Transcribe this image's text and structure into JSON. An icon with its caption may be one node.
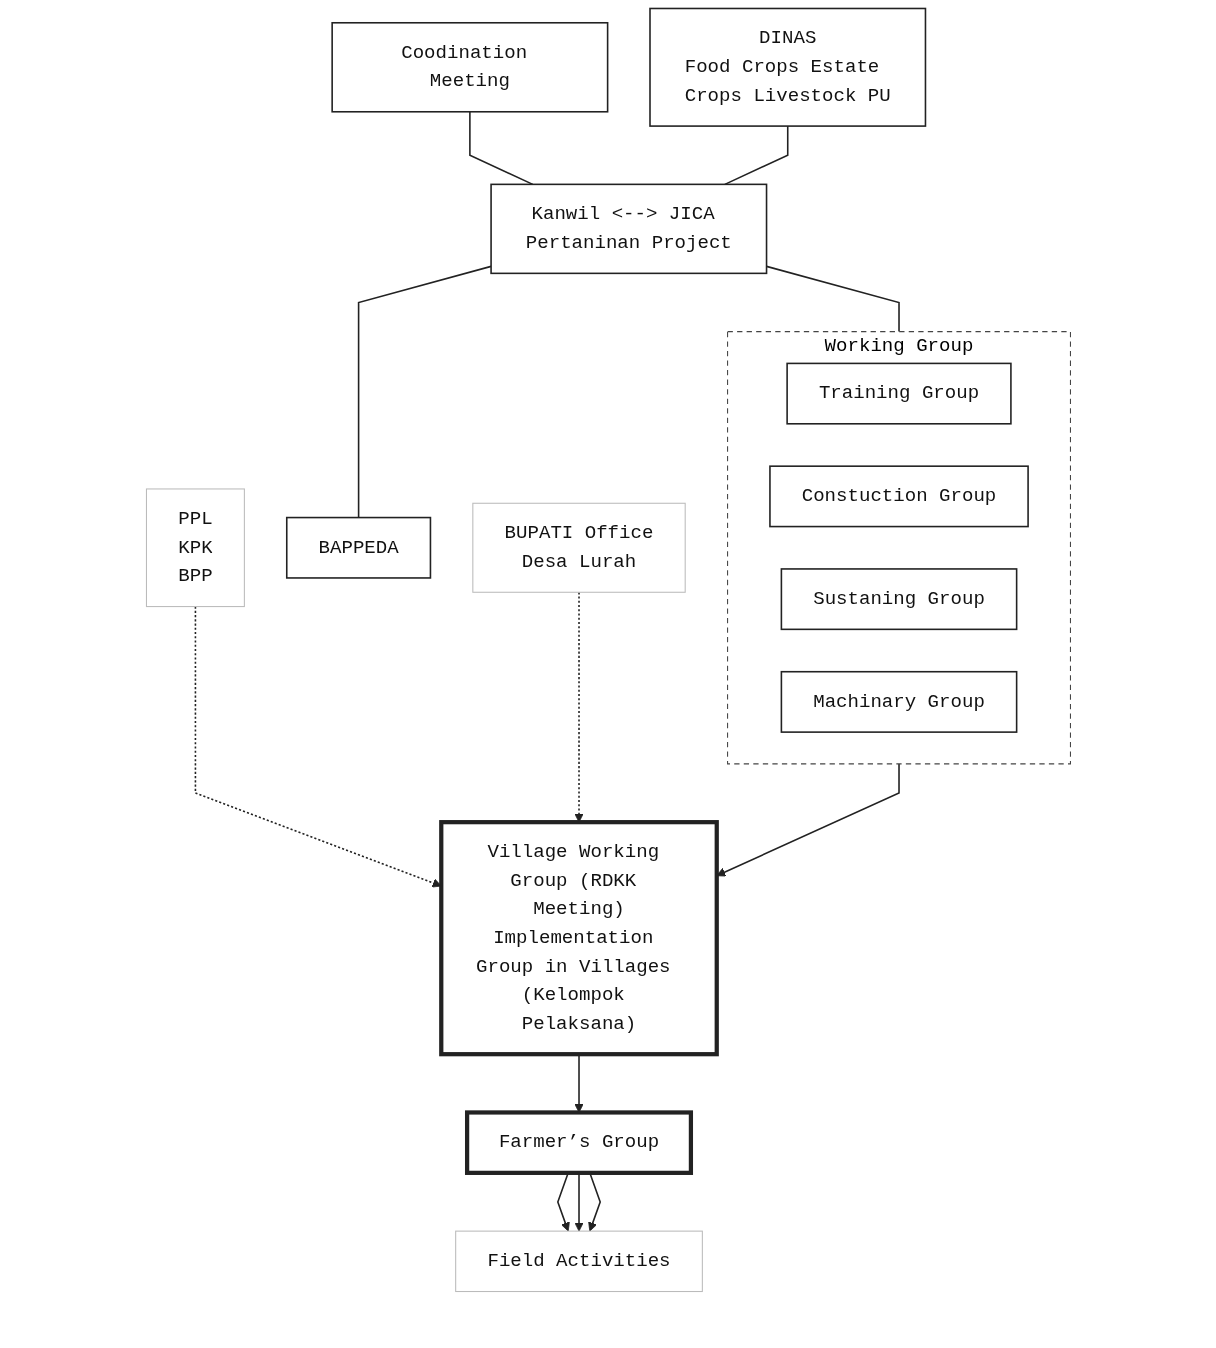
{
  "diagram": {
    "nodes": [
      {
        "text": [
          "Coodination Meeting"
        ]
      },
      {
        "text": [
          "DINAS",
          "Food Crops Estate Crops Livestock PU"
        ]
      },
      {
        "text": [
          "Kanwil <--> JICA Pertaninan Project"
        ]
      },
      {
        "text": [
          "BAPPEDA"
        ]
      },
      {
        "text": [
          "Working Group"
        ]
      },
      {
        "text": [
          "Training Group"
        ],
        "in": 4
      },
      {
        "text": [
          "Constuction Group"
        ],
        "in": 4
      },
      {
        "text": [
          "Sustaning Group"
        ],
        "in": 4
      },
      {
        "text": [
          "Machinary Group"
        ],
        "in": 4
      },
      {
        "text": [
          "PPL",
          "KPK",
          "BPP"
        ]
      },
      {
        "text": [
          "Village Working Group (RDKK Meeting)",
          "Implementation Group in Villages (Kelompok Pelaksana)"
        ]
      },
      {
        "text": [
          "BUPATI Office",
          "Desa Lurah"
        ]
      },
      {
        "text": [
          "Farmer’s Group"
        ]
      },
      {
        "text": [
          "Field Activities"
        ]
      }
    ],
    "edges": [
      {
        "from": 0,
        "to": 2,
        "arrow": "none"
      },
      {
        "from": 1,
        "to": 2,
        "arrow": "none"
      },
      {
        "from": 2,
        "to": 3,
        "arrow": "none"
      },
      {
        "from": 2,
        "to": 4,
        "arrow": "none"
      },
      {
        "from": 4,
        "to": 10,
        "arrow": "to"
      },
      {
        "from": 9,
        "to": 10,
        "arrow": "to",
        "style": "dashed"
      },
      {
        "from": 11,
        "to": 10,
        "arrow": "to",
        "style": "dashed"
      },
      {
        "from": 10,
        "to": 12,
        "arrow": "to"
      },
      {
        "from": 12,
        "to": 13,
        "arrow": "to"
      },
      {
        "from": 12,
        "to": 13,
        "arrow": "to"
      },
      {
        "from": 12,
        "to": 13,
        "arrow": "to"
      }
    ]
  }
}
